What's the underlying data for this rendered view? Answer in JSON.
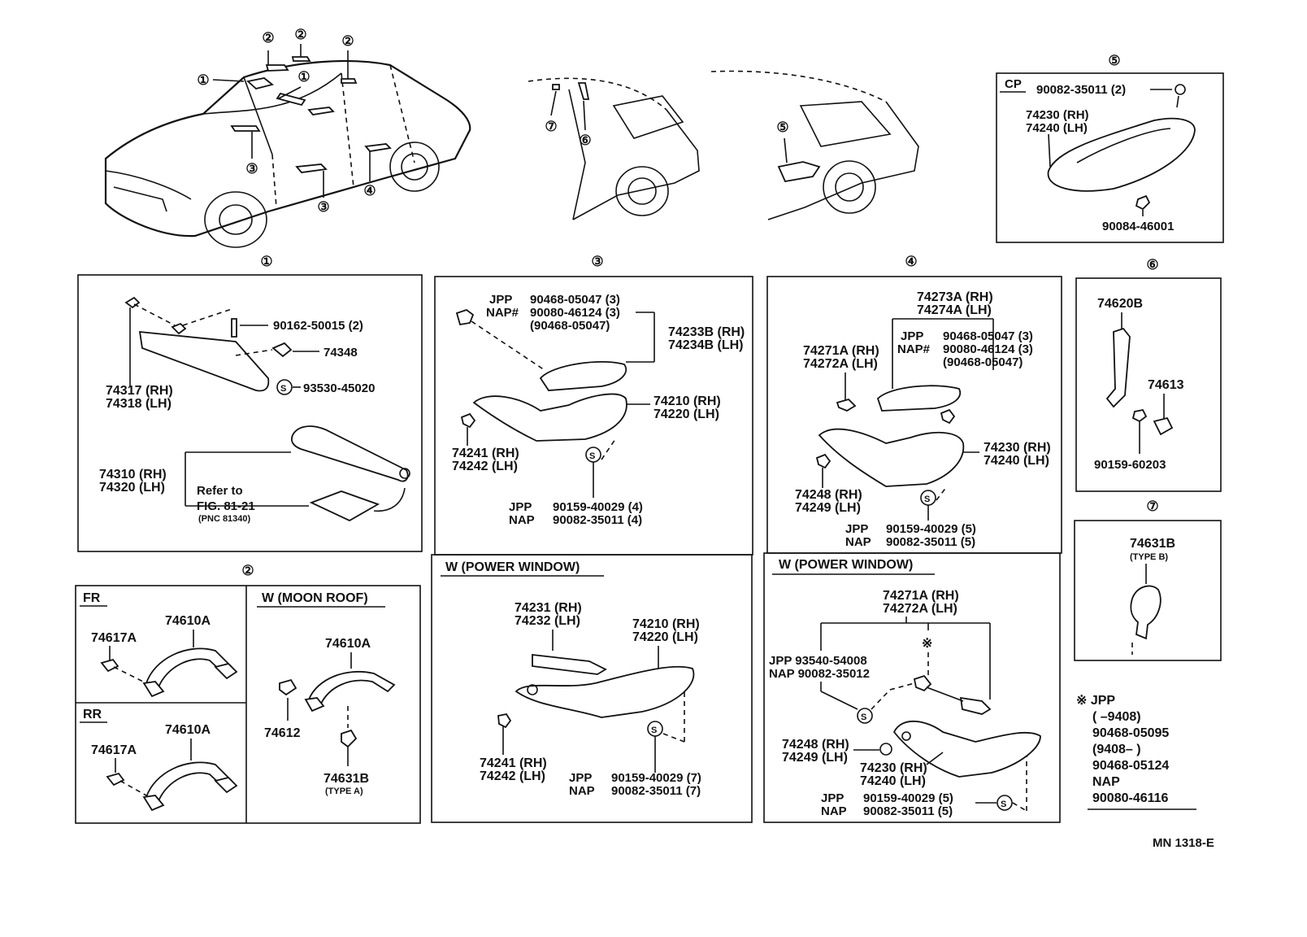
{
  "overview": {
    "callouts_car1": [
      "②",
      "②",
      "②",
      "①",
      "①",
      "③",
      "③",
      "④"
    ],
    "callouts_car2": [
      "⑦",
      "⑥"
    ],
    "callouts_car3": [
      "⑤"
    ]
  },
  "section5": {
    "number": "⑤",
    "tag": "CP",
    "bolt": "90082-35011 (2)",
    "handle_rh": "74230 (RH)",
    "handle_lh": "74240 (LH)",
    "clip": "90084-46001"
  },
  "section1": {
    "number": "①",
    "screw": "90162-50015 (2)",
    "holder": "74348",
    "s_part": "93530-45020",
    "visor_rh": "74317 (RH)",
    "visor_lh": "74318 (LH)",
    "visor2_rh": "74310 (RH)",
    "visor2_lh": "74320 (LH)",
    "refer1": "Refer to",
    "refer2": "FIG. 81-21",
    "refer3": "(PNC 81340)"
  },
  "section3": {
    "number": "③",
    "jpp": "JPP",
    "nap": "NAP#",
    "pn1": "90468-05047 (3)",
    "pn2": "90080-46124 (3)",
    "pn3": "(90468-05047)",
    "bezel_rh": "74233B (RH)",
    "bezel_lh": "74234B (LH)",
    "rest_rh": "74210 (RH)",
    "rest_lh": "74220 (LH)",
    "cap_rh": "74241 (RH)",
    "cap_lh": "74242 (LH)",
    "jpp2": "JPP",
    "nap2": "NAP",
    "screw_jpp": "90159-40029 (4)",
    "screw_nap": "90082-35011 (4)"
  },
  "section4": {
    "number": "④",
    "bezel_rh": "74273A (RH)",
    "bezel_lh": "74274A (LH)",
    "cover_rh": "74271A (RH)",
    "cover_lh": "74272A (LH)",
    "jpp": "JPP",
    "nap": "NAP#",
    "pn1": "90468-05047 (3)",
    "pn2": "90080-46124 (3)",
    "pn3": "(90468-05047)",
    "rest_rh": "74230 (RH)",
    "rest_lh": "74240 (LH)",
    "cap_rh": "74248 (RH)",
    "cap_lh": "74249 (LH)",
    "jpp2": "JPP",
    "nap2": "NAP",
    "screw_jpp": "90159-40029 (5)",
    "screw_nap": "90082-35011 (5)"
  },
  "section6": {
    "number": "⑥",
    "grip": "74620B",
    "cover": "74613",
    "screw": "90159-60203"
  },
  "section7": {
    "number": "⑦",
    "hook": "74631B",
    "type": "(TYPE B)"
  },
  "section2": {
    "number": "②",
    "fr": "FR",
    "rr": "RR",
    "moonroof": "W (MOON ROOF)",
    "cover_fr": "74617A",
    "grip_fr": "74610A",
    "cover_rr": "74617A",
    "grip_rr": "74610A",
    "grip_mr": "74610A",
    "cover_mr": "74612",
    "hook_mr": "74631B",
    "hook_type": "(TYPE A)"
  },
  "pw3": {
    "title": "W (POWER WINDOW)",
    "switch_rh": "74231 (RH)",
    "switch_lh": "74232 (LH)",
    "rest_rh": "74210 (RH)",
    "rest_lh": "74220 (LH)",
    "cap_rh": "74241 (RH)",
    "cap_lh": "74242 (LH)",
    "jpp": "JPP",
    "nap": "NAP",
    "screw_jpp": "90159-40029 (7)",
    "screw_nap": "90082-35011 (7)"
  },
  "pw4": {
    "title": "W (POWER WINDOW)",
    "cover_rh": "74271A (RH)",
    "cover_lh": "74272A (LH)",
    "jpp_line": "JPP  93540-54008",
    "nap_line": "NAP 90082-35012",
    "asterisk": "※",
    "cap_rh": "74248 (RH)",
    "cap_lh": "74249 (LH)",
    "rest_rh": "74230 (RH)",
    "rest_lh": "74240 (LH)",
    "jpp": "JPP",
    "nap": "NAP",
    "screw_jpp": "90159-40029 (5)",
    "screw_nap": "90082-35011 (5)"
  },
  "note": {
    "l1": "※ JPP",
    "l2": "(        –9408)",
    "l3": "90468-05095",
    "l4": "(9408–        )",
    "l5": "90468-05124",
    "l6": "NAP",
    "l7": "90080-46116"
  },
  "footer": {
    "code": "MN 1318-E"
  }
}
